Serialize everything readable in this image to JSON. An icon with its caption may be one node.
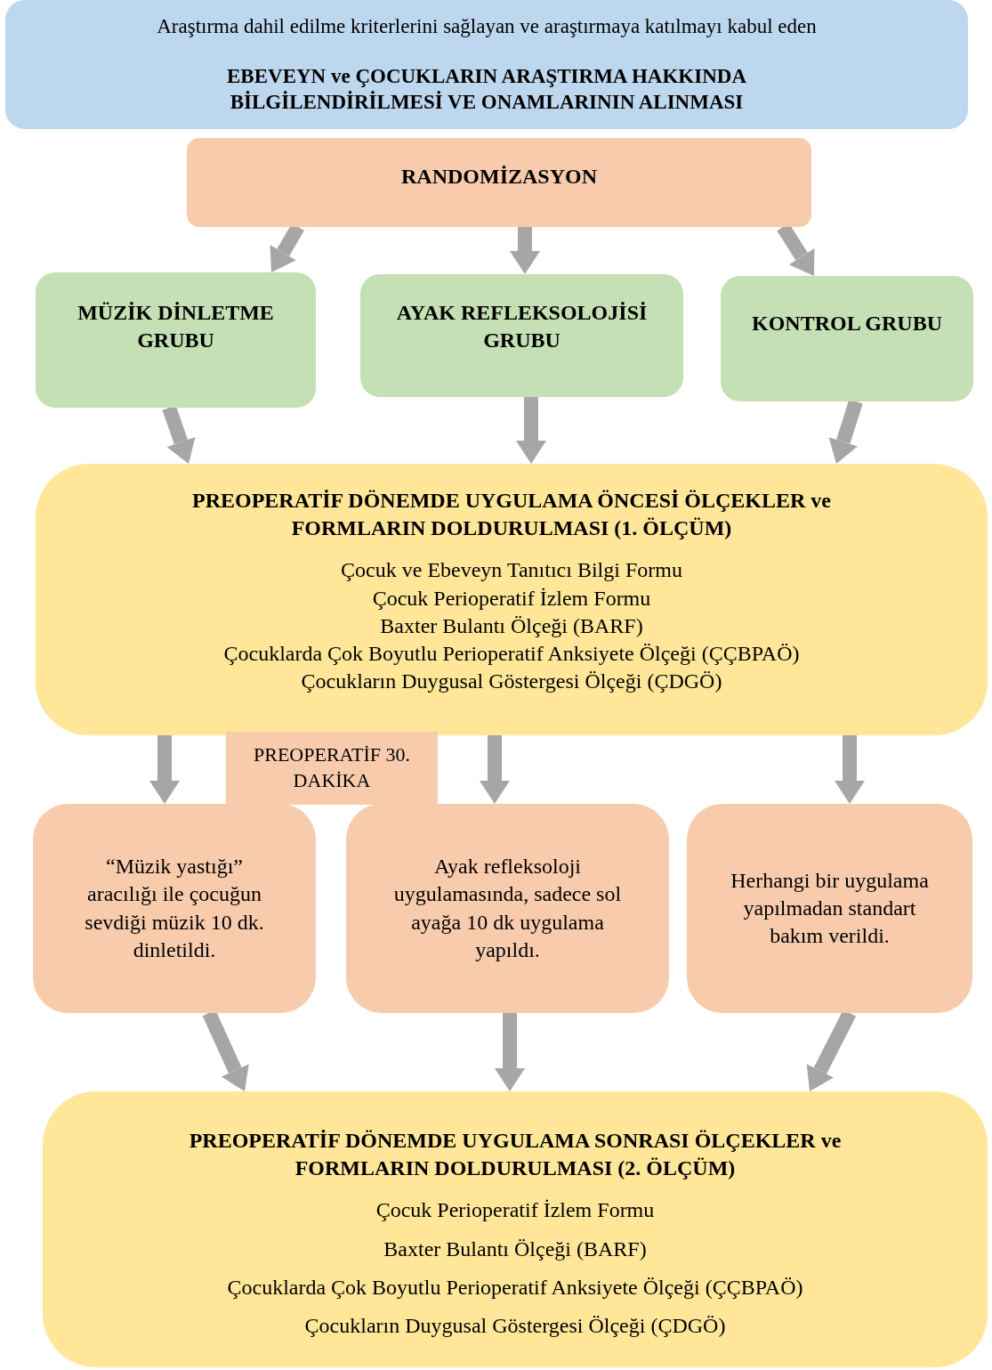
{
  "diagram": {
    "nodes": [
      {
        "text": [
          "Araştırma dahil edilme kriterlerini sağlayan ve araştırmaya katılmayı kabul eden",
          "EBEVEYN ve ÇOCUKLARIN ARAŞTIRMA HAKKINDA BİLGİLENDİRİLMESİ VE ONAMLARININ ALINMASI"
        ]
      },
      {
        "text": [
          "RANDOMİZASYON"
        ]
      },
      {
        "text": [
          "MÜZİK DİNLETME GRUBU"
        ]
      },
      {
        "text": [
          "AYAK REFLEKSOLOJİSİ GRUBU"
        ]
      },
      {
        "text": [
          "KONTROL GRUBU"
        ]
      },
      {
        "text": [
          "PREOPERATİF DÖNEMDE UYGULAMA ÖNCESİ ÖLÇEKLER ve FORMLARIN DOLDURULMASI (1. ÖLÇÜM)",
          "Çocuk ve Ebeveyn Tanıtıcı Bilgi Formu",
          "Çocuk Perioperatif İzlem Formu",
          "Baxter Bulantı Ölçeği (BARF)",
          "Çocuklarda Çok Boyutlu Perioperatif Anksiyete Ölçeği (ÇÇBPAÖ)",
          "Çocukların Duygusal Göstergesi Ölçeği (ÇDGÖ)"
        ]
      },
      {
        "text": [
          "PREOPERATİF 30. DAKİKA"
        ]
      },
      {
        "text": [
          "“Müzik yastığı” aracılığı ile çocuğun sevdiği müzik 10 dk. dinletildi."
        ]
      },
      {
        "text": [
          "Ayak refleksoloji uygulamasında, sadece sol ayağa 10 dk uygulama yapıldı."
        ]
      },
      {
        "text": [
          "Herhangi bir uygulama yapılmadan standart bakım verildi."
        ]
      },
      {
        "text": [
          "PREOPERATİF DÖNEMDE UYGULAMA SONRASI ÖLÇEKLER ve FORMLARIN DOLDURULMASI (2. ÖLÇÜM)",
          "Çocuk Perioperatif İzlem Formu",
          "Baxter Bulantı Ölçeği (BARF)",
          "Çocuklarda Çok Boyutlu Perioperatif Anksiyete Ölçeği (ÇÇBPAÖ)",
          "Çocukların Duygusal Göstergesi Ölçeği (ÇDGÖ)"
        ]
      }
    ],
    "edges": [
      {
        "from": 1,
        "to": 2,
        "arrow": "to"
      },
      {
        "from": 1,
        "to": 3,
        "arrow": "to"
      },
      {
        "from": 1,
        "to": 4,
        "arrow": "to"
      },
      {
        "from": 2,
        "to": 5,
        "arrow": "to"
      },
      {
        "from": 3,
        "to": 5,
        "arrow": "to"
      },
      {
        "from": 4,
        "to": 5,
        "arrow": "to"
      },
      {
        "from": 5,
        "to": 7,
        "arrow": "to"
      },
      {
        "from": 5,
        "to": 8,
        "arrow": "to"
      },
      {
        "from": 5,
        "to": 9,
        "arrow": "to"
      },
      {
        "from": 7,
        "to": 10,
        "arrow": "to"
      },
      {
        "from": 8,
        "to": 10,
        "arrow": "to"
      },
      {
        "from": 9,
        "to": 10,
        "arrow": "to"
      }
    ]
  }
}
